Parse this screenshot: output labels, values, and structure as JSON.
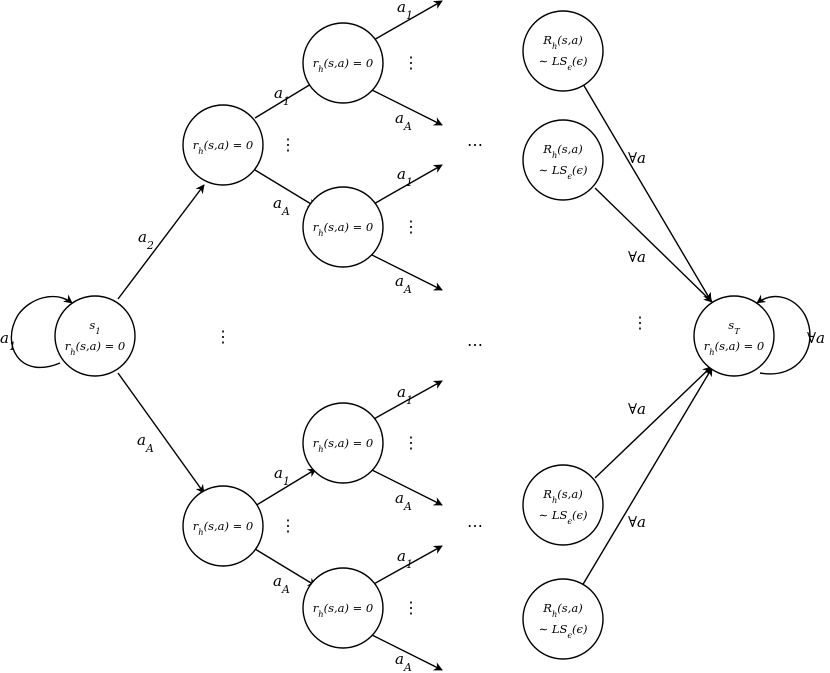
{
  "nodes": {
    "s1": {
      "line1": "s_1",
      "line2": "r_h(s,a) = 0"
    },
    "sT": {
      "line1": "s_T",
      "line2": "r_h(s,a) = 0"
    },
    "mid_top": {
      "line1": "r_h(s,a) = 0"
    },
    "mid_bottom": {
      "line1": "r_h(s,a) = 0"
    },
    "leaf_1": {
      "line1": "r_h(s,a) = 0"
    },
    "leaf_2": {
      "line1": "r_h(s,a) = 0"
    },
    "leaf_3": {
      "line1": "r_h(s,a) = 0"
    },
    "leaf_4": {
      "line1": "r_h(s,a) = 0"
    },
    "reward_1": {
      "line1": "R_h(s,a)",
      "line2": "∼ LS_ϵ(ϵ)"
    },
    "reward_2": {
      "line1": "R_h(s,a)",
      "line2": "∼ LS_ϵ(ϵ)"
    },
    "reward_3": {
      "line1": "R_h(s,a)",
      "line2": "∼ LS_ϵ(ϵ)"
    },
    "reward_4": {
      "line1": "R_h(s,a)",
      "line2": "∼ LS_ϵ(ϵ)"
    }
  },
  "labels": {
    "a1": "a_1",
    "a2": "a_2",
    "aA": "a_A",
    "forall": "∀a"
  },
  "ellipsis": {
    "vertical": "⋮",
    "horizontal": "⋯"
  }
}
